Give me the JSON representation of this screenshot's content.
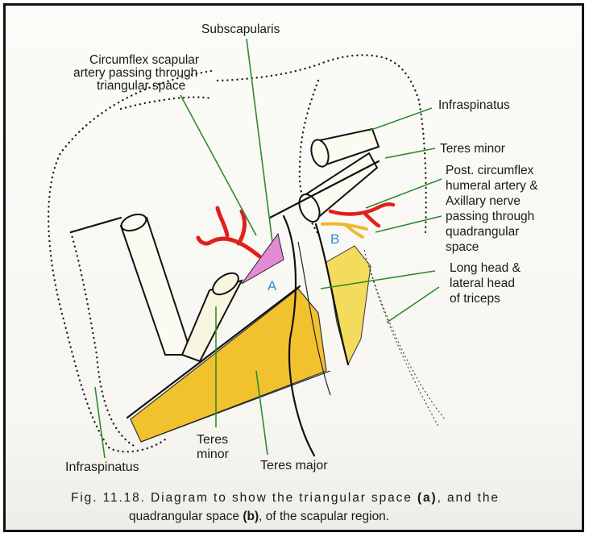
{
  "labels": {
    "subscapularis": "Subscapularis",
    "circumflex_scapular_line1": "Circumflex scapular",
    "circumflex_scapular_line2": "artery passing through",
    "circumflex_scapular_line3": "triangular space",
    "infraspinatus_top": "Infraspinatus",
    "teres_minor_right": "Teres minor",
    "post_circumflex_line1": "Post. circumflex",
    "post_circumflex_line2": "humeral artery &",
    "post_circumflex_line3": "Axillary nerve",
    "post_circumflex_line4": "passing through",
    "post_circumflex_line5": "quadrangular",
    "post_circumflex_line6": "space",
    "long_head_line1": "Long head &",
    "long_head_line2": "lateral head",
    "long_head_line3": "of triceps",
    "teres_minor_bottom_line1": "Teres",
    "teres_minor_bottom_line2": "minor",
    "teres_major": "Teres major",
    "infraspinatus_bottom": "Infraspinatus",
    "space_a": "A",
    "space_b": "B"
  },
  "caption": {
    "line1_pre": "Fig. 11.18. Diagram to show the triangular space ",
    "line1_bold": "(a)",
    "line1_post": ", and the",
    "line2_pre": "quadrangular space ",
    "line2_bold": "(b)",
    "line2_post": ", of the scapular region."
  },
  "colors": {
    "teres_major": "#f2c12e",
    "triceps_strip": "#f3db5c",
    "artery": "#e0201c",
    "nerve": "#f0b830",
    "triangular_space": "#e58ad6",
    "leader": "#2f8a2f",
    "space_letters": "#2a8fd6"
  }
}
